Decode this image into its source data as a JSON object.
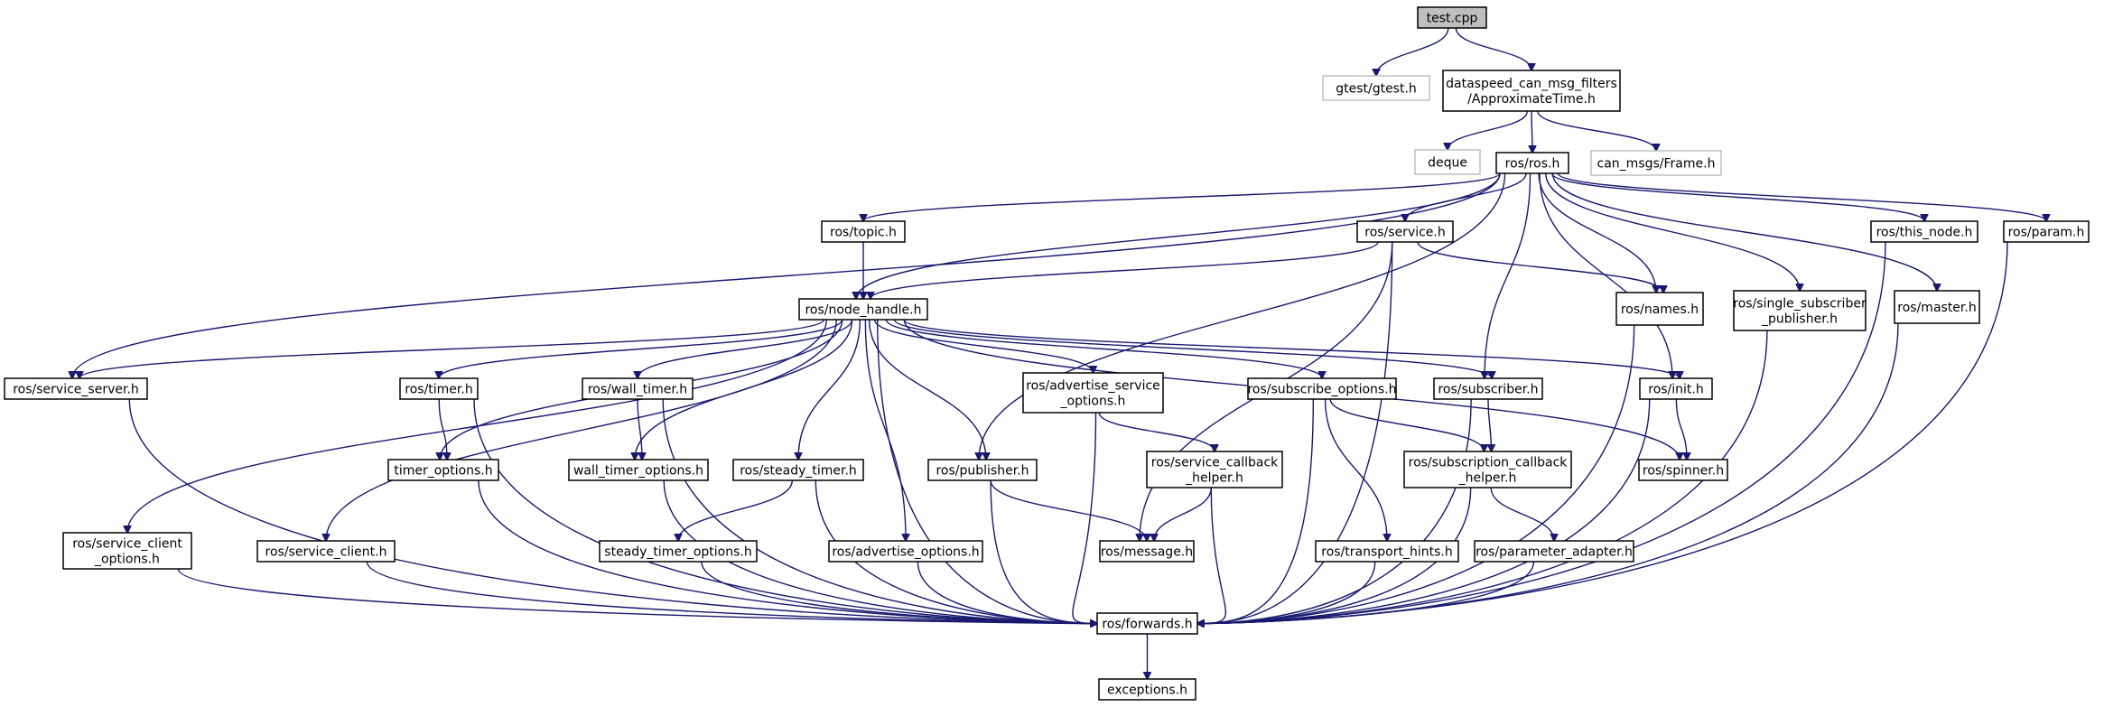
{
  "colors": {
    "edge": "#191970",
    "node_border": "#000000",
    "external_border": "#bfbfbf",
    "root_fill": "#bfbfbf",
    "node_fill": "#ffffff"
  },
  "nodes": [
    {
      "id": "test_cpp",
      "lines": [
        "test.cpp"
      ],
      "kind": "root"
    },
    {
      "id": "gtest",
      "lines": [
        "gtest/gtest.h"
      ],
      "kind": "external"
    },
    {
      "id": "approx",
      "lines": [
        "dataspeed_can_msg_filters",
        "/ApproximateTime.h"
      ],
      "kind": "normal"
    },
    {
      "id": "deque",
      "lines": [
        "deque"
      ],
      "kind": "external"
    },
    {
      "id": "ros_h",
      "lines": [
        "ros/ros.h"
      ],
      "kind": "normal"
    },
    {
      "id": "can_frame",
      "lines": [
        "can_msgs/Frame.h"
      ],
      "kind": "external"
    },
    {
      "id": "topic",
      "lines": [
        "ros/topic.h"
      ],
      "kind": "normal"
    },
    {
      "id": "service",
      "lines": [
        "ros/service.h"
      ],
      "kind": "normal"
    },
    {
      "id": "this_node",
      "lines": [
        "ros/this_node.h"
      ],
      "kind": "normal"
    },
    {
      "id": "param",
      "lines": [
        "ros/param.h"
      ],
      "kind": "normal"
    },
    {
      "id": "node_handle",
      "lines": [
        "ros/node_handle.h"
      ],
      "kind": "normal"
    },
    {
      "id": "names",
      "lines": [
        "ros/names.h"
      ],
      "kind": "normal"
    },
    {
      "id": "single_sub",
      "lines": [
        "ros/single_subscriber",
        "_publisher.h"
      ],
      "kind": "normal"
    },
    {
      "id": "master",
      "lines": [
        "ros/master.h"
      ],
      "kind": "normal"
    },
    {
      "id": "service_server",
      "lines": [
        "ros/service_server.h"
      ],
      "kind": "normal"
    },
    {
      "id": "timer",
      "lines": [
        "ros/timer.h"
      ],
      "kind": "normal"
    },
    {
      "id": "wall_timer",
      "lines": [
        "ros/wall_timer.h"
      ],
      "kind": "normal"
    },
    {
      "id": "adv_service_opts",
      "lines": [
        "ros/advertise_service",
        "_options.h"
      ],
      "kind": "normal"
    },
    {
      "id": "subscribe_opts",
      "lines": [
        "ros/subscribe_options.h"
      ],
      "kind": "normal"
    },
    {
      "id": "subscriber",
      "lines": [
        "ros/subscriber.h"
      ],
      "kind": "normal"
    },
    {
      "id": "init",
      "lines": [
        "ros/init.h"
      ],
      "kind": "normal"
    },
    {
      "id": "timer_opts",
      "lines": [
        "timer_options.h"
      ],
      "kind": "normal"
    },
    {
      "id": "wall_timer_opts",
      "lines": [
        "wall_timer_options.h"
      ],
      "kind": "normal"
    },
    {
      "id": "steady_timer",
      "lines": [
        "ros/steady_timer.h"
      ],
      "kind": "normal"
    },
    {
      "id": "publisher",
      "lines": [
        "ros/publisher.h"
      ],
      "kind": "normal"
    },
    {
      "id": "svc_cb_helper",
      "lines": [
        "ros/service_callback",
        "_helper.h"
      ],
      "kind": "normal"
    },
    {
      "id": "sub_cb_helper",
      "lines": [
        "ros/subscription_callback",
        "_helper.h"
      ],
      "kind": "normal"
    },
    {
      "id": "spinner",
      "lines": [
        "ros/spinner.h"
      ],
      "kind": "normal"
    },
    {
      "id": "svc_client_opts",
      "lines": [
        "ros/service_client",
        "_options.h"
      ],
      "kind": "normal"
    },
    {
      "id": "service_client",
      "lines": [
        "ros/service_client.h"
      ],
      "kind": "normal"
    },
    {
      "id": "steady_timer_opts",
      "lines": [
        "steady_timer_options.h"
      ],
      "kind": "normal"
    },
    {
      "id": "adv_opts",
      "lines": [
        "ros/advertise_options.h"
      ],
      "kind": "normal"
    },
    {
      "id": "message",
      "lines": [
        "ros/message.h"
      ],
      "kind": "normal"
    },
    {
      "id": "transport_hints",
      "lines": [
        "ros/transport_hints.h"
      ],
      "kind": "normal"
    },
    {
      "id": "param_adapter",
      "lines": [
        "ros/parameter_adapter.h"
      ],
      "kind": "normal"
    },
    {
      "id": "forwards",
      "lines": [
        "ros/forwards.h"
      ],
      "kind": "normal"
    },
    {
      "id": "exceptions",
      "lines": [
        "exceptions.h"
      ],
      "kind": "normal"
    }
  ]
}
